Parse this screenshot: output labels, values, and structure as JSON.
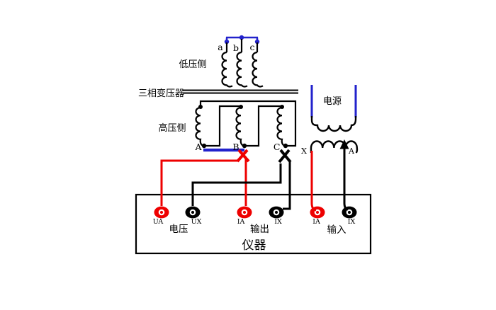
{
  "colors": {
    "wire_red": "#ee0000",
    "wire_blue": "#2222cc",
    "wire_black": "#000000"
  },
  "transformer": {
    "low_voltage_label": "低压侧",
    "name_label": "三相变压器",
    "high_voltage_label": "高压侧",
    "lv_terminals": [
      "a",
      "b",
      "c"
    ],
    "hv_terminals": [
      "A",
      "B",
      "C"
    ]
  },
  "source": {
    "label": "电源",
    "terminal_x": "X",
    "terminal_a": "A"
  },
  "instrument": {
    "label": "仪器",
    "groups": [
      {
        "label": "电压"
      },
      {
        "label": "输出"
      },
      {
        "label": "输入"
      }
    ],
    "terminals": [
      {
        "label": "UA",
        "color": "#ee0000"
      },
      {
        "label": "UX",
        "color": "#000000"
      },
      {
        "label": "IA",
        "color": "#ee0000"
      },
      {
        "label": "IX",
        "color": "#000000"
      },
      {
        "label": "IA",
        "color": "#ee0000"
      },
      {
        "label": "IX",
        "color": "#000000"
      }
    ]
  }
}
